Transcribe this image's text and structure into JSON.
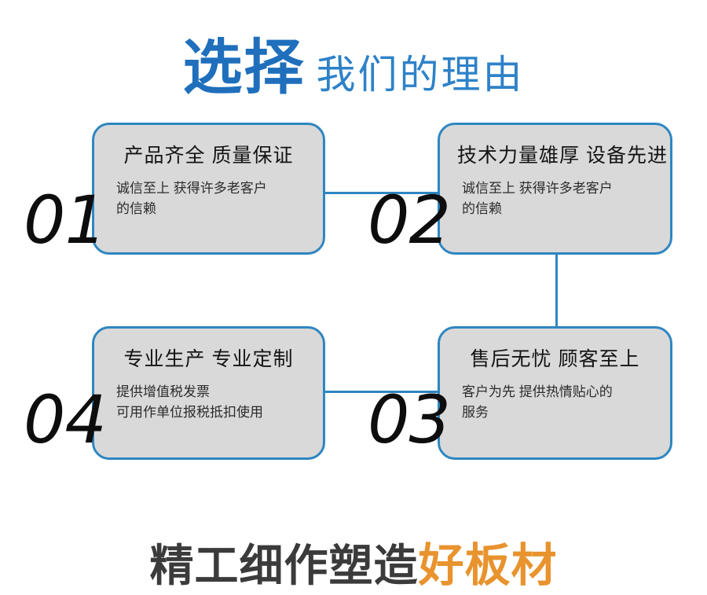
{
  "header": {
    "strong": "选择",
    "light": "我们的理由"
  },
  "cards": [
    {
      "number": "01",
      "title": "产品齐全 质量保证",
      "desc_lines": [
        "诚信至上 获得许多老客户",
        "的信赖"
      ]
    },
    {
      "number": "02",
      "title": "技术力量雄厚 设备先进",
      "desc_lines": [
        "诚信至上 获得许多老客户",
        "的信赖"
      ]
    },
    {
      "number": "03",
      "title": "售后无忧 顾客至上",
      "desc_lines": [
        "客户为先 提供热情贴心的",
        "服务"
      ]
    },
    {
      "number": "04",
      "title": "专业生产 专业定制",
      "desc_lines": [
        "提供增值税发票",
        "可用作单位报税抵扣使用"
      ]
    }
  ],
  "footer": {
    "dark": "精工细作塑造",
    "accent": "好板材"
  },
  "colors": {
    "title_blue": "#1f6fbc",
    "subtitle_blue": "#2e82c8",
    "border_blue": "#2e86c1",
    "card_fill": "#d9d9d9",
    "number_dark": "#0d0d0d",
    "footer_dark": "#3b3b3b",
    "footer_orange": "#e8932e",
    "background": "#ffffff"
  }
}
